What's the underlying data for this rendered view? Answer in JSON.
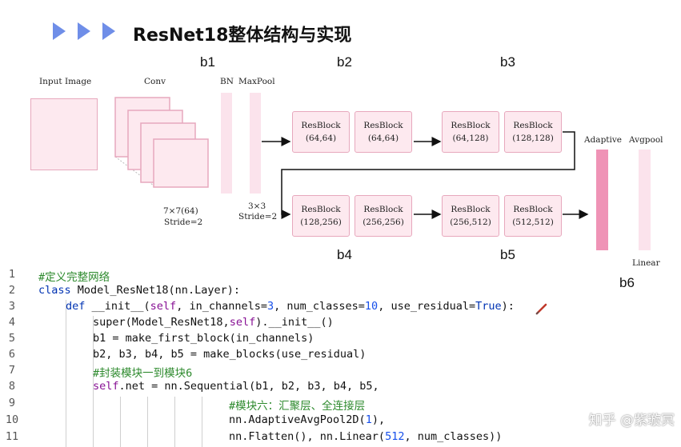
{
  "title": "ResNet18整体结构与实现",
  "diagram": {
    "stage_labels": {
      "b1": "b1",
      "b2": "b2",
      "b3": "b3",
      "b4": "b4",
      "b5": "b5",
      "b6": "b6"
    },
    "input_label": "Input Image",
    "conv_label": "Conv",
    "conv_params": [
      "7×7(64)",
      "Stride=2"
    ],
    "bn_label": "BN",
    "maxpool_label": "MaxPool",
    "maxpool_params": [
      "3×3",
      "Stride=2"
    ],
    "adaptive_label": "Adaptive",
    "avgpool_label": "Avgpool",
    "linear_label": "Linear",
    "resblocks_row1": [
      {
        "name": "ResBlock",
        "params": "(64,64)"
      },
      {
        "name": "ResBlock",
        "params": "(64,64)"
      },
      {
        "name": "ResBlock",
        "params": "(64,128)"
      },
      {
        "name": "ResBlock",
        "params": "(128,128)"
      }
    ],
    "resblocks_row2": [
      {
        "name": "ResBlock",
        "params": "(128,256)"
      },
      {
        "name": "ResBlock",
        "params": "(256,256)"
      },
      {
        "name": "ResBlock",
        "params": "(256,512)"
      },
      {
        "name": "ResBlock",
        "params": "(512,512)"
      }
    ],
    "colors": {
      "block_fill": "#fde9ef",
      "block_border": "#e7a8bd",
      "adaptive_bar": "#ef93b6",
      "light_bar": "#fbe3ec"
    }
  },
  "code": {
    "line_numbers": [
      "1",
      "2",
      "3",
      "4",
      "5",
      "6",
      "7",
      "8",
      "9",
      "10",
      "11"
    ],
    "lines": {
      "l1": "#定义完整网络",
      "l2_kw": "class",
      "l2_rest": " Model_ResNet18(nn.Layer):",
      "l3_kw": "def",
      "l3_a": " __init__(",
      "l3_self": "self",
      "l3_b": ", in_channels=",
      "l3_n1": "3",
      "l3_c": ", num_classes=",
      "l3_n2": "10",
      "l3_d": ", use_residual=",
      "l3_true": "True",
      "l3_e": "):",
      "l4_a": "super(Model_ResNet18,",
      "l4_self": "self",
      "l4_b": ").__init__()",
      "l5": "b1 = make_first_block(in_channels)",
      "l6": "b2, b3, b4, b5 = make_blocks(use_residual)",
      "l7": "#封装模块一到模块6",
      "l8_self": "self",
      "l8_rest": ".net = nn.Sequential(b1, b2, b3, b4, b5,",
      "l9": "#模块六：汇聚层、全连接层",
      "l10_a": "nn.AdaptiveAvgPool2D(",
      "l10_n": "1",
      "l10_b": "),",
      "l11_a": "nn.Flatten(), nn.Linear(",
      "l11_n": "512",
      "l11_b": ", num_classes))"
    }
  },
  "watermark": "知乎 @紫璇冥"
}
